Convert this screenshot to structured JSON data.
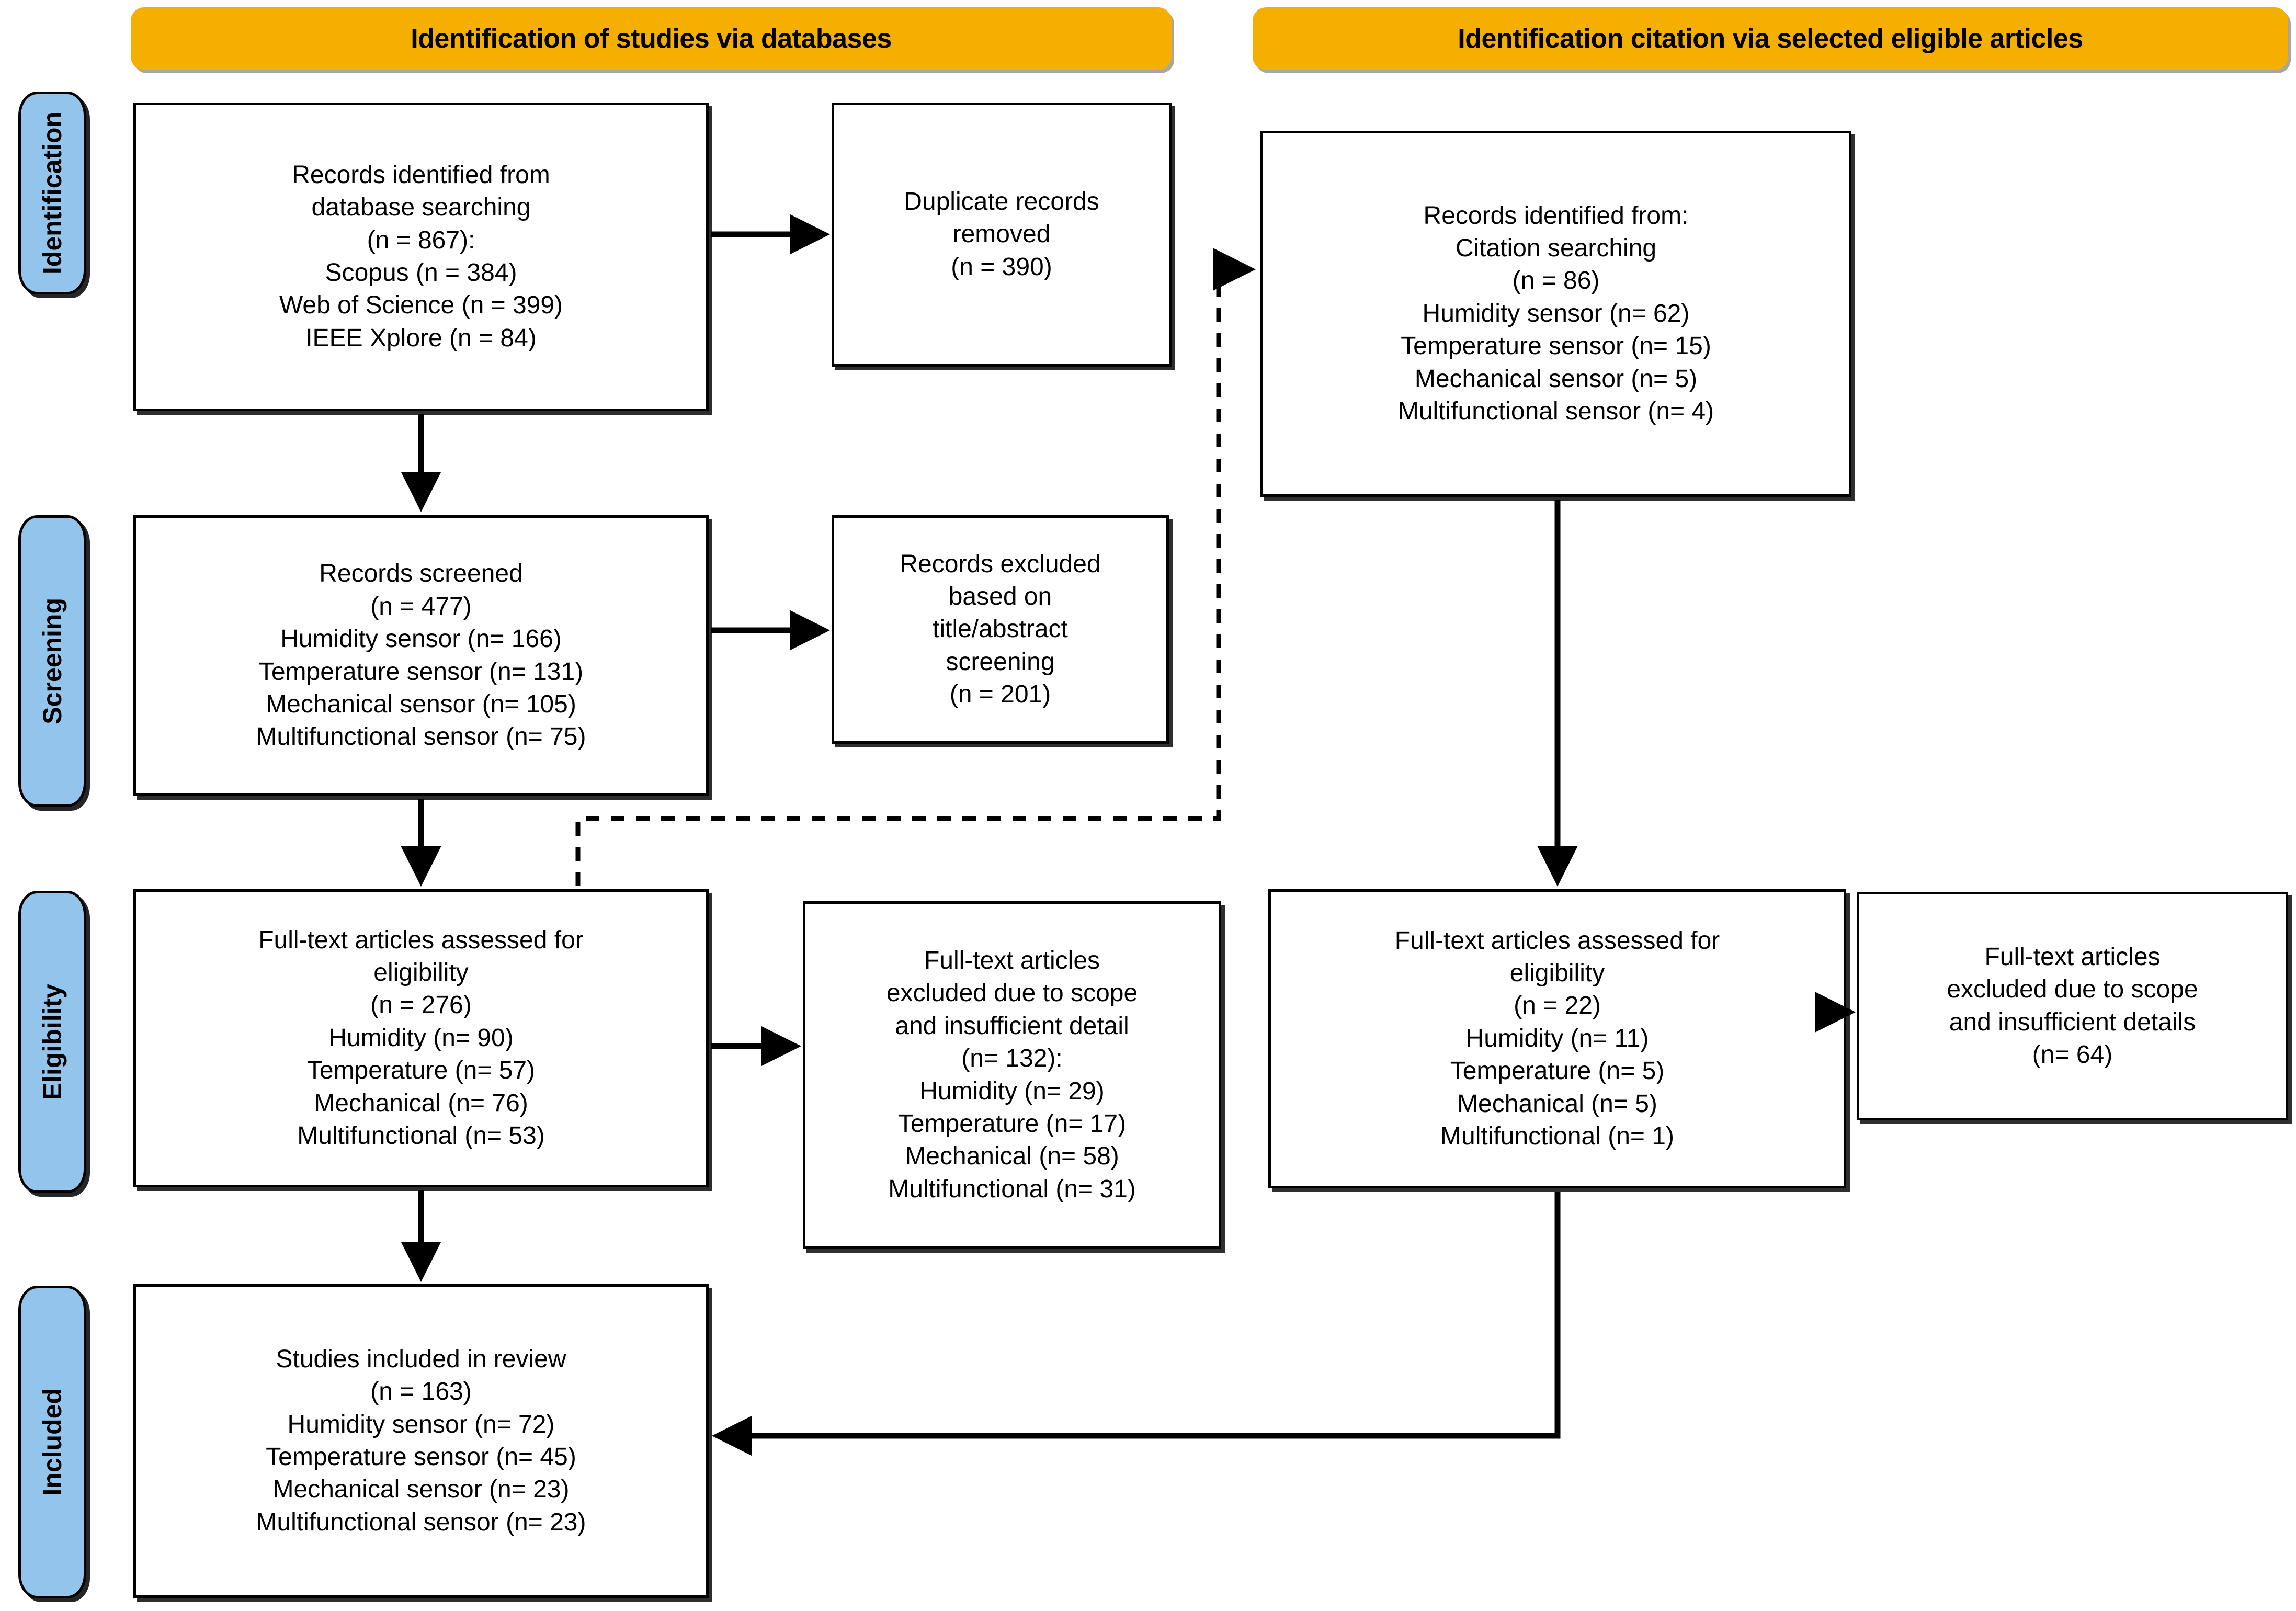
{
  "headers": {
    "databases": "Identification of studies via databases",
    "citations": "Identification citation via selected eligible articles"
  },
  "stages": {
    "identification": "Identification",
    "screening": "Screening",
    "eligibility": "Eligibility",
    "included": "Included"
  },
  "boxes": {
    "records_identified": "Records identified from\ndatabase searching\n(n = 867):\nScopus (n = 384)\nWeb of Science (n = 399)\nIEEE Xplore (n = 84)",
    "duplicates_removed": "Duplicate records\nremoved\n(n = 390)",
    "citation_records": "Records identified from:\nCitation searching\n(n = 86)\nHumidity sensor (n= 62)\nTemperature sensor (n= 15)\nMechanical sensor (n= 5)\nMultifunctional sensor (n= 4)",
    "records_screened": "Records screened\n(n = 477)\nHumidity sensor (n= 166)\nTemperature sensor (n= 131)\nMechanical sensor (n= 105)\nMultifunctional sensor (n= 75)",
    "records_excluded": "Records excluded\nbased on\ntitle/abstract\nscreening\n(n = 201)",
    "fulltext_left": "Full-text articles assessed for\neligibility\n(n = 276)\nHumidity (n= 90)\nTemperature (n= 57)\nMechanical (n= 76)\nMultifunctional (n= 53)",
    "fulltext_excluded_left": "Full-text articles\nexcluded due to scope\nand insufficient detail\n(n= 132):\nHumidity (n= 29)\nTemperature (n= 17)\nMechanical (n= 58)\nMultifunctional (n= 31)",
    "fulltext_right": "Full-text articles assessed for\neligibility\n(n = 22)\nHumidity (n= 11)\nTemperature (n= 5)\nMechanical (n= 5)\nMultifunctional (n= 1)",
    "fulltext_excluded_right": "Full-text articles\nexcluded due to scope\nand insufficient details\n(n= 64)",
    "studies_included": "Studies included in review\n(n = 163)\nHumidity sensor (n= 72)\nTemperature sensor (n= 45)\nMechanical sensor (n= 23)\nMultifunctional sensor (n= 23)"
  },
  "colors": {
    "header_orange": "#F5AF00",
    "stage_blue": "#93C5EC",
    "line_black": "#000000"
  },
  "chart_data": {
    "type": "diagram",
    "title": "PRISMA flow diagram",
    "nodes": [
      {
        "id": "records_identified",
        "stage": "Identification",
        "column": "databases",
        "total": 867,
        "breakdown": {
          "Scopus": 384,
          "Web of Science": 399,
          "IEEE Xplore": 84
        }
      },
      {
        "id": "duplicates_removed",
        "stage": "Identification",
        "column": "databases",
        "total": 390
      },
      {
        "id": "citation_records",
        "stage": "Identification",
        "column": "citations",
        "total": 86,
        "breakdown": {
          "Humidity sensor": 62,
          "Temperature sensor": 15,
          "Mechanical sensor": 5,
          "Multifunctional sensor": 4
        }
      },
      {
        "id": "records_screened",
        "stage": "Screening",
        "column": "databases",
        "total": 477,
        "breakdown": {
          "Humidity sensor": 166,
          "Temperature sensor": 131,
          "Mechanical sensor": 105,
          "Multifunctional sensor": 75
        }
      },
      {
        "id": "records_excluded",
        "stage": "Screening",
        "column": "databases",
        "total": 201
      },
      {
        "id": "fulltext_left",
        "stage": "Eligibility",
        "column": "databases",
        "total": 276,
        "breakdown": {
          "Humidity": 90,
          "Temperature": 57,
          "Mechanical": 76,
          "Multifunctional": 53
        }
      },
      {
        "id": "fulltext_excluded_left",
        "stage": "Eligibility",
        "column": "databases",
        "total": 132,
        "breakdown": {
          "Humidity": 29,
          "Temperature": 17,
          "Mechanical": 58,
          "Multifunctional": 31
        }
      },
      {
        "id": "fulltext_right",
        "stage": "Eligibility",
        "column": "citations",
        "total": 22,
        "breakdown": {
          "Humidity": 11,
          "Temperature": 5,
          "Mechanical": 5,
          "Multifunctional": 1
        }
      },
      {
        "id": "fulltext_excluded_right",
        "stage": "Eligibility",
        "column": "citations",
        "total": 64
      },
      {
        "id": "studies_included",
        "stage": "Included",
        "column": "databases",
        "total": 163,
        "breakdown": {
          "Humidity sensor": 72,
          "Temperature sensor": 45,
          "Mechanical sensor": 23,
          "Multifunctional sensor": 23
        }
      }
    ],
    "edges": [
      {
        "from": "records_identified",
        "to": "duplicates_removed",
        "style": "solid"
      },
      {
        "from": "records_identified",
        "to": "records_screened",
        "style": "solid"
      },
      {
        "from": "records_screened",
        "to": "records_excluded",
        "style": "solid"
      },
      {
        "from": "records_screened",
        "to": "fulltext_left",
        "style": "solid"
      },
      {
        "from": "fulltext_left",
        "to": "citation_records",
        "style": "dashed"
      },
      {
        "from": "fulltext_left",
        "to": "fulltext_excluded_left",
        "style": "solid"
      },
      {
        "from": "fulltext_left",
        "to": "studies_included",
        "style": "solid"
      },
      {
        "from": "citation_records",
        "to": "fulltext_right",
        "style": "solid"
      },
      {
        "from": "fulltext_right",
        "to": "fulltext_excluded_right",
        "style": "solid"
      },
      {
        "from": "fulltext_right",
        "to": "studies_included",
        "style": "solid"
      }
    ]
  }
}
